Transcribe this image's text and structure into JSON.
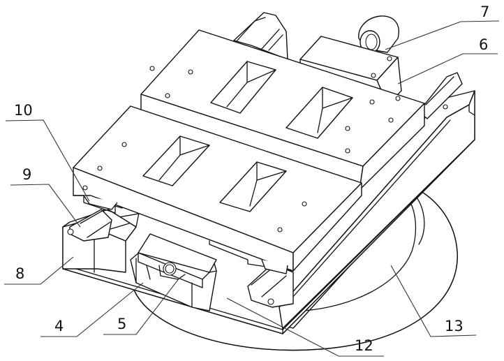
{
  "figure": {
    "type": "patent-style isometric line drawing",
    "subject": "rotary cross slide table assembly",
    "line_color": "#111111",
    "background_color": "#ffffff"
  },
  "callouts": [
    {
      "id": "4",
      "text": "4",
      "points_to": "slider bracket (left side)"
    },
    {
      "id": "5",
      "text": "5",
      "points_to": "nut / bearing block"
    },
    {
      "id": "6",
      "text": "6",
      "points_to": "motor mount plate"
    },
    {
      "id": "7",
      "text": "7",
      "points_to": "motor cover plate"
    },
    {
      "id": "8",
      "text": "8",
      "points_to": "lower guide rail base"
    },
    {
      "id": "9",
      "text": "9",
      "points_to": "guide rail slider"
    },
    {
      "id": "10",
      "text": "10",
      "points_to": "upper plate slider seat"
    },
    {
      "id": "12",
      "text": "12",
      "points_to": "lower base plate"
    },
    {
      "id": "13",
      "text": "13",
      "points_to": "rotary turntable"
    }
  ]
}
